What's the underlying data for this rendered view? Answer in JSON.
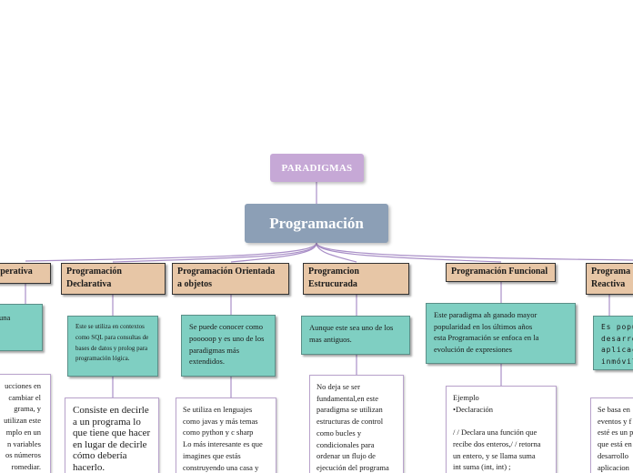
{
  "root_label": "PARADIGMAS",
  "center_label": "Programación",
  "branches": [
    {
      "title": "Imperativa",
      "summary": "una",
      "detail": "ucciones en\ncambiar el\ngrama, y\nutilizan este\nmplo en un\nn variables\nos números\nromediar."
    },
    {
      "title": "Programación\nDeclarativa",
      "summary": "Este se utiliza en contextos como SQL para consultas de bases de datos y prolog para programación lógica.",
      "detail": "Consiste en decirle a un programa lo que tiene que hacer en lugar de decirle cómo debería hacerlo."
    },
    {
      "title": "Programación Orientada\na objetos",
      "summary": "Se puede conocer como pooooop y es uno de los paradigmas más extendidos.",
      "detail": " Se utiliza en lenguajes como javas y más temas como python y c sharp\nLo más interesante es que imagines que estás construyendo una casa y"
    },
    {
      "title": "Programcion\nEstrucurada",
      "summary": "Aunque este sea uno de los mas antiguos.",
      "detail": "No deja se ser fundamental,en este paradigma se utilizan estructuras de control como bucles y condicionales para ordenar un flujo de ejecución del programa"
    },
    {
      "title": "Programación Funcional",
      "summary": "Este paradigma ah ganado mayor popularidad en los últimos años\n esta Programación se enfoca en la evolución de expresiones",
      "detail": "Ejemplo\n•Declaración\n\n/ / Declara una función que recibe dos enteros,/ / retorna un entero, y se llama suma\nint suma (int, int) ;"
    },
    {
      "title": "Programa\nReactiva",
      "summary": "Es popu\ndesarro\naplicac\ninmóvil",
      "detail": "Se basa en\neventos y f\nesté es un p\nque está en\ndesarrollo\naplicacion"
    }
  ]
}
